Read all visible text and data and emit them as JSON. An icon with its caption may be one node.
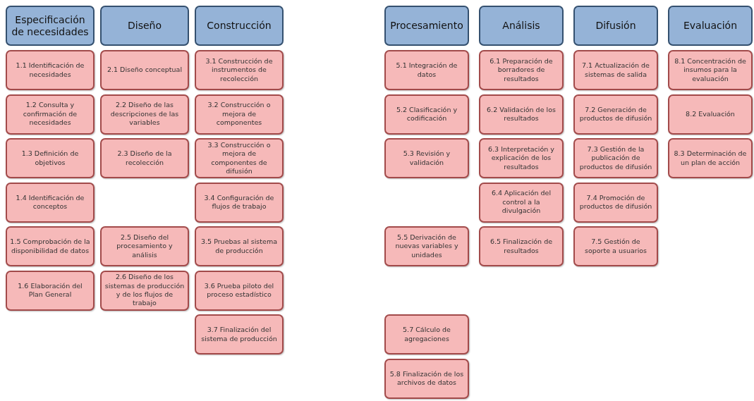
{
  "diagram": {
    "nodes": [
      {
        "text": [
          "Especificación de necesidades"
        ]
      },
      {
        "text": [
          "1.1 Identificación de necesidades"
        ]
      },
      {
        "text": [
          "1.2 Consulta y confirmación de necesidades"
        ]
      },
      {
        "text": [
          "1.3 Definición de objetivos"
        ]
      },
      {
        "text": [
          "1.4 Identificación de conceptos"
        ]
      },
      {
        "text": [
          "1.5 Comprobación de la disponibilidad de datos"
        ]
      },
      {
        "text": [
          "1.6 Elaboración del Plan General"
        ]
      },
      {
        "text": [
          "Diseño"
        ]
      },
      {
        "text": [
          "2.1 Diseño conceptual"
        ]
      },
      {
        "text": [
          "2.2 Diseño de las descripciones de las variables"
        ]
      },
      {
        "text": [
          "2.3 Diseño de la recolección"
        ]
      },
      {
        "text": [
          "2.5 Diseño del procesamiento y análisis"
        ]
      },
      {
        "text": [
          "2.6 Diseño de los sistemas de producción y de los flujos de trabajo"
        ]
      },
      {
        "text": [
          "Construcción"
        ]
      },
      {
        "text": [
          "3.1 Construcción de instrumentos de recolección"
        ]
      },
      {
        "text": [
          "3.2 Construcción o mejora de componentes"
        ]
      },
      {
        "text": [
          "3.3 Construcción o mejora de componentes de difusión"
        ]
      },
      {
        "text": [
          "3.4 Configuración de flujos de trabajo"
        ]
      },
      {
        "text": [
          "3.5 Pruebas al sistema de producción"
        ]
      },
      {
        "text": [
          "3.6 Prueba piloto del proceso estadístico"
        ]
      },
      {
        "text": [
          "3.7 Finalización del sistema de producción"
        ]
      },
      {
        "text": [
          "Procesamiento"
        ]
      },
      {
        "text": [
          "5.1 Integración de datos"
        ]
      },
      {
        "text": [
          "5.2 Clasificación y codificación"
        ]
      },
      {
        "text": [
          "5.3 Revisión y validación"
        ]
      },
      {
        "text": [
          "5.5 Derivación de nuevas variables y unidades"
        ]
      },
      {
        "text": [
          "5.7 Cálculo de agregaciones"
        ]
      },
      {
        "text": [
          "5.8 Finalización de los archivos de datos"
        ]
      },
      {
        "text": [
          "Análisis"
        ]
      },
      {
        "text": [
          "6.1 Preparación de borradores de resultados"
        ]
      },
      {
        "text": [
          "6.2 Validación de los resultados"
        ]
      },
      {
        "text": [
          "6.3 Interpretación y explicación de los resultados"
        ]
      },
      {
        "text": [
          "6.4 Aplicación del control a la divulgación"
        ]
      },
      {
        "text": [
          "6.5 Finalización de resultados"
        ]
      },
      {
        "text": [
          "Difusión"
        ]
      },
      {
        "text": [
          "7.1 Actualización de sistemas de salida"
        ]
      },
      {
        "text": [
          "7.2 Generación de productos de difusión"
        ]
      },
      {
        "text": [
          "7.3 Gestión de la publicación de productos de difusión"
        ]
      },
      {
        "text": [
          "7.4 Promoción de productos de difusión"
        ]
      },
      {
        "text": [
          "7.5 Gestión de soporte a usuarios"
        ]
      },
      {
        "text": [
          "Evaluación"
        ]
      },
      {
        "text": [
          "8.1 Concentración de insumos para la evaluación"
        ]
      },
      {
        "text": [
          "8.2 Evaluación"
        ]
      },
      {
        "text": [
          "8.3 Determinación de un plan de acción"
        ]
      }
    ]
  }
}
